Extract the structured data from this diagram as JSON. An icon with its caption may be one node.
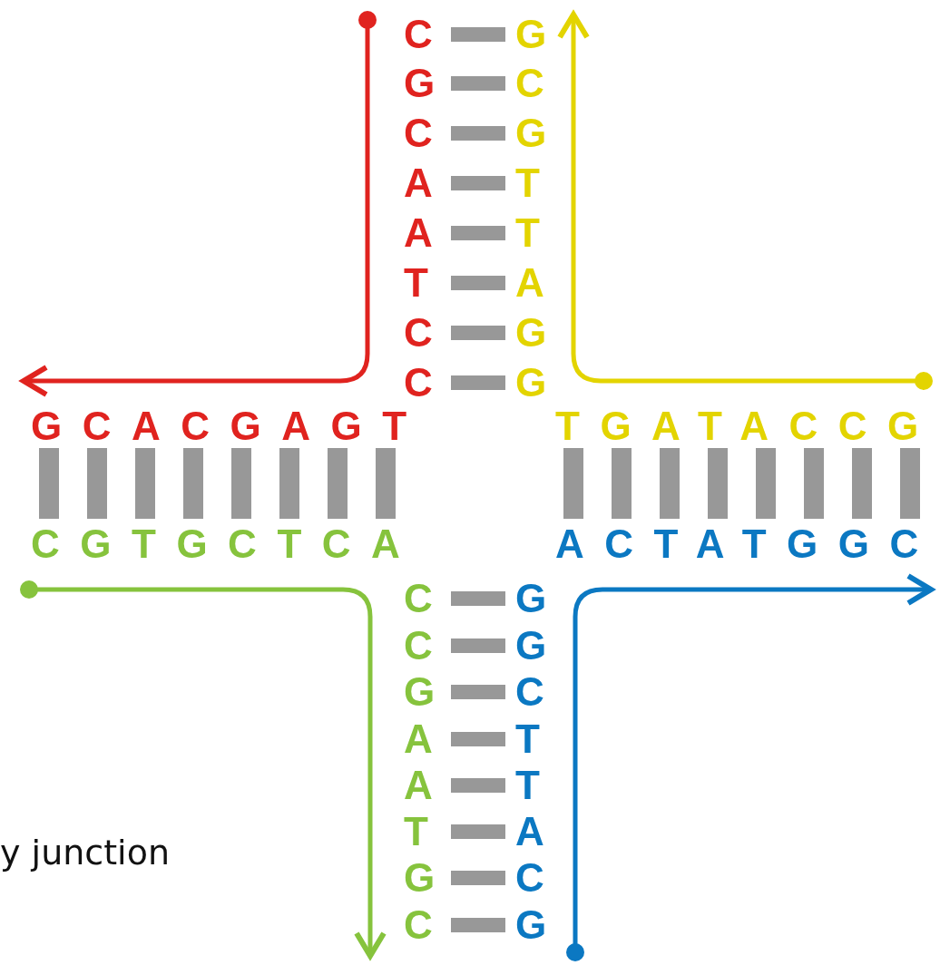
{
  "diagram": {
    "labels": [
      "C",
      "G",
      "G",
      "C",
      "C",
      "G",
      "A",
      "T",
      "A",
      "T",
      "T",
      "A",
      "C",
      "G",
      "C",
      "G",
      "GCACGAGT",
      "TGATACCG",
      "CGTGCTCA",
      "ACTATGGC",
      "C",
      "G",
      "C",
      "G",
      "G",
      "C",
      "A",
      "T",
      "A",
      "T",
      "T",
      "A",
      "G",
      "C",
      "C",
      "G",
      "y junction"
    ]
  }
}
